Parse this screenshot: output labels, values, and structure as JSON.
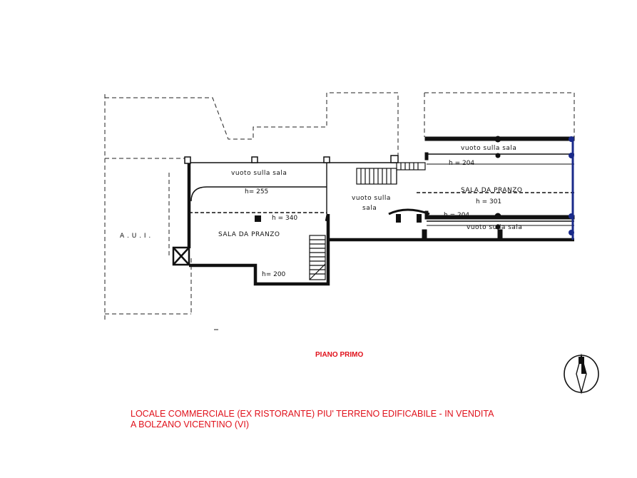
{
  "plan": {
    "floor_title": "PIANO PRIMO",
    "labels": {
      "aui": "A . U . I .",
      "vuoto_left": "vuoto  sulla  sala",
      "h255": "h= 255",
      "h340": "h = 340",
      "sala_left": "SALA  DA  PRANZO",
      "h200": "h= 200",
      "vuoto_center_1": "vuoto  sulla",
      "vuoto_center_2": "sala",
      "vuoto_top_right": "vuoto  sulla  sala",
      "h204_top": "h = 204",
      "sala_right": "SALA  DA  PRANZO",
      "h301": "h = 301",
      "h204_bottom": "h = 204",
      "vuoto_bottom_right": "vuoto  sulla  sala"
    }
  },
  "description": {
    "line1": "LOCALE COMMERCIALE (EX RISTORANTE) PIU' TERRENO EDIFICABILE - IN VENDITA",
    "line2": "A BOLZANO VICENTINO (VI)"
  },
  "colors": {
    "accent": "#e0101a",
    "lines": "#111111",
    "right_edge": "#1a2a8a"
  }
}
